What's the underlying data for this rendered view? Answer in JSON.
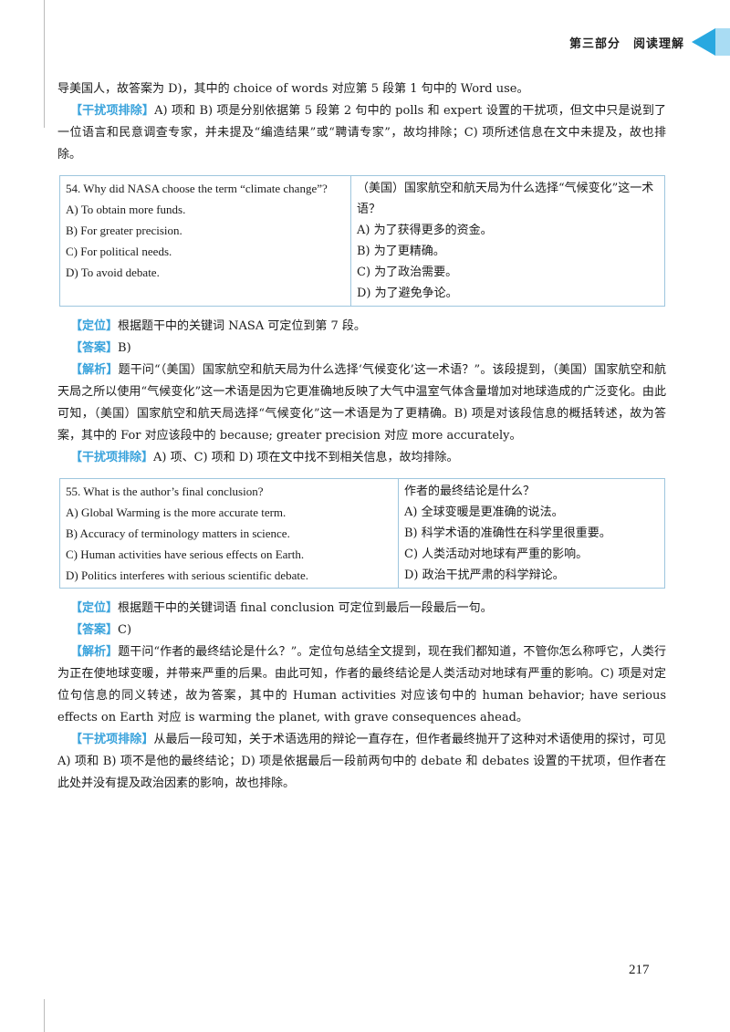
{
  "header": {
    "section": "第三部分",
    "title": "阅读理解"
  },
  "intro": {
    "line1": "导美国人，故答案为 D)，其中的 choice of words 对应第 5 段第 1 句中的 Word use。",
    "distractor_tag": "【干扰项排除】",
    "distractor_text": "A) 项和 B) 项是分别依据第 5 段第 2 句中的 polls 和 expert 设置的干扰项，但文中只是说到了一位语言和民意调查专家，并未提及“编造结果”或“聘请专家”，故均排除；C) 项所述信息在文中未提及，故也排除。"
  },
  "q54": {
    "question_en": "54. Why did NASA choose the term “climate change”?",
    "question_zh": "（美国）国家航空和航天局为什么选择“气候变化”这一术语？",
    "options_en": [
      "A) To obtain more funds.",
      "B) For greater precision.",
      "C) For political needs.",
      "D) To avoid debate."
    ],
    "options_zh": [
      "A) 为了获得更多的资金。",
      "B) 为了更精确。",
      "C) 为了政治需要。",
      "D) 为了避免争论。"
    ],
    "locate_tag": "【定位】",
    "locate_text": "根据题干中的关键词 NASA 可定位到第 7 段。",
    "answer_tag": "【答案】",
    "answer_text": "B)",
    "analysis_tag": "【解析】",
    "analysis_text": "题干问“（美国）国家航空和航天局为什么选择‘气候变化’这一术语？”。该段提到，（美国）国家航空和航天局之所以使用“气候变化”这一术语是因为它更准确地反映了大气中温室气体含量增加对地球造成的广泛变化。由此可知，（美国）国家航空和航天局选择“气候变化”这一术语是为了更精确。B) 项是对该段信息的概括转述，故为答案，其中的 For 对应该段中的 because; greater precision 对应 more accurately。",
    "distractor_tag": "【干扰项排除】",
    "distractor_text": "A) 项、C) 项和 D) 项在文中找不到相关信息，故均排除。"
  },
  "q55": {
    "question_en": "55. What is the author’s final conclusion?",
    "question_zh": "作者的最终结论是什么？",
    "options_en": [
      "A) Global Warming is the more accurate term.",
      "B) Accuracy of terminology matters in science.",
      "C) Human activities have serious effects on Earth.",
      "D) Politics interferes with serious scientific debate."
    ],
    "options_zh": [
      "A) 全球变暖是更准确的说法。",
      "B) 科学术语的准确性在科学里很重要。",
      "C) 人类活动对地球有严重的影响。",
      "D) 政治干扰严肃的科学辩论。"
    ],
    "locate_tag": "【定位】",
    "locate_text": "根据题干中的关键词语 final conclusion 可定位到最后一段最后一句。",
    "answer_tag": "【答案】",
    "answer_text": "C)",
    "analysis_tag": "【解析】",
    "analysis_text": "题干问“作者的最终结论是什么？”。定位句总结全文提到，现在我们都知道，不管你怎么称呼它，人类行为正在使地球变暖，并带来严重的后果。由此可知，作者的最终结论是人类活动对地球有严重的影响。C) 项是对定位句信息的同义转述，故为答案，其中的 Human activities 对应该句中的 human behavior; have serious effects on Earth 对应 is warming the planet, with grave consequences ahead。",
    "distractor_tag": "【干扰项排除】",
    "distractor_text": "从最后一段可知，关于术语选用的辩论一直存在，但作者最终抛开了这种对术语使用的探讨，可见 A) 项和 B) 项不是他的最终结论；D) 项是依据最后一段前两句中的 debate 和 debates 设置的干扰项，但作者在此处并没有提及政治因素的影响，故也排除。"
  },
  "page_number": "217",
  "colors": {
    "accent": "#29a8e0",
    "accent_light": "#a9dcf3",
    "tag": "#3aa3dc",
    "table_border": "#9ec6de"
  }
}
